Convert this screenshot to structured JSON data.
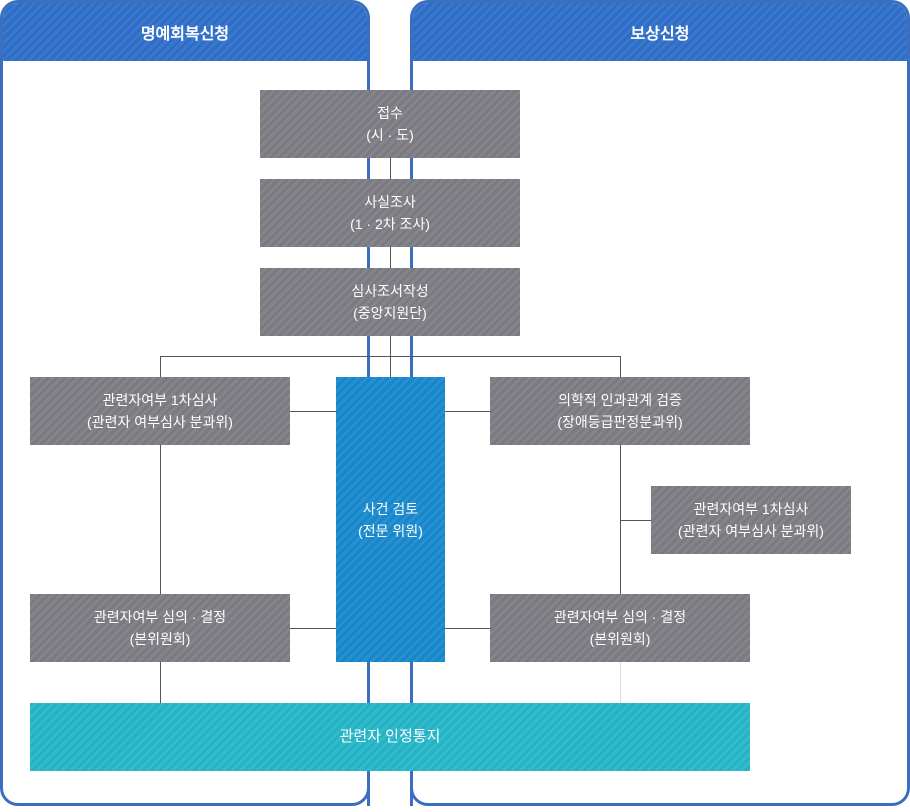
{
  "panels": {
    "left_title": "명예회복신청",
    "right_title": "보상신청"
  },
  "steps": {
    "reception": {
      "line1": "접수",
      "line2": "(시 · 도)"
    },
    "fact_check": {
      "line1": "사실조사",
      "line2": "(1 · 2차 조사)"
    },
    "review_doc": {
      "line1": "심사조서작성",
      "line2": "(중앙지원단)"
    },
    "left_first_review": {
      "line1": "관련자여부 1차심사",
      "line2": "(관련자 여부심사 분과위)"
    },
    "case_review": {
      "line1": "사건 검토",
      "line2": "(전문 위원)"
    },
    "medical_verify": {
      "line1": "의학적 인과관계 검증",
      "line2": "(장애등급판정분과위)"
    },
    "right_first_review": {
      "line1": "관련자여부 1차심사",
      "line2": "(관련자 여부심사 분과위)"
    },
    "left_decision": {
      "line1": "관련자여부 심의 · 결정",
      "line2": "(본위원회)"
    },
    "right_decision": {
      "line1": "관련자여부 심의 · 결정",
      "line2": "(본위원회)"
    },
    "notice": {
      "line1": "관련자 인정통지"
    }
  }
}
